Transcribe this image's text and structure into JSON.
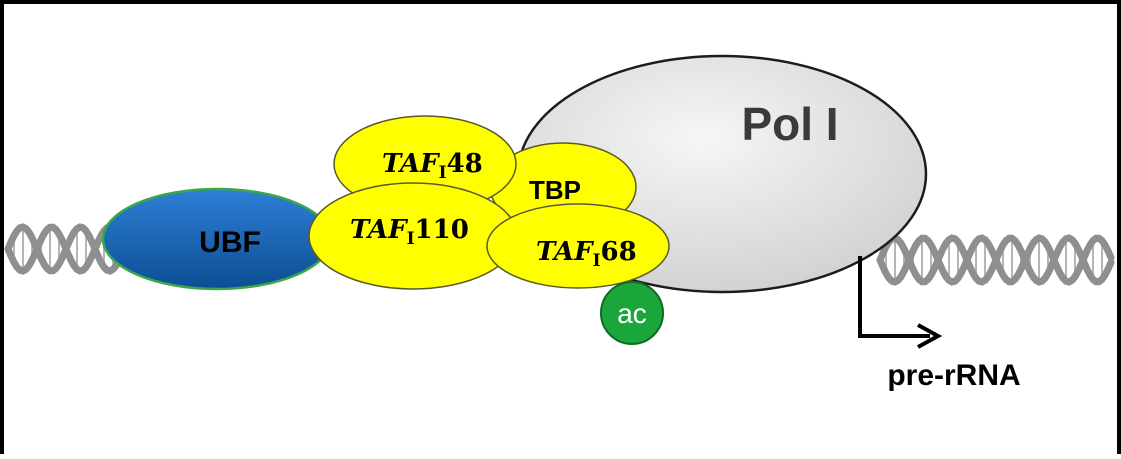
{
  "diagram": {
    "labels": {
      "ubf": "UBF",
      "pol": "Pol I",
      "tbp": "TBP",
      "taf48_prefix": "TAF",
      "taf48_sub": "I",
      "taf48_num": "48",
      "taf110_prefix": "TAF",
      "taf110_sub": "I",
      "taf110_num": "110",
      "taf68_prefix": "TAF",
      "taf68_sub": "I",
      "taf68_num": "68",
      "acetyl": "ac",
      "transcript": "pre-rRNA"
    },
    "colors": {
      "ubf_fill_top": "#2e7fd6",
      "ubf_fill_bottom": "#0c4e93",
      "ubf_stroke": "#3aa84a",
      "taf_fill": "#ffff00",
      "taf_stroke": "#6b6b2a",
      "pol_fill_light": "#f2f2f2",
      "pol_fill_dark": "#cfcfcf",
      "pol_stroke": "#202020",
      "acetyl_fill": "#1aa63a",
      "dna_strand": "#9a9a9a",
      "frame": "#000000"
    }
  }
}
